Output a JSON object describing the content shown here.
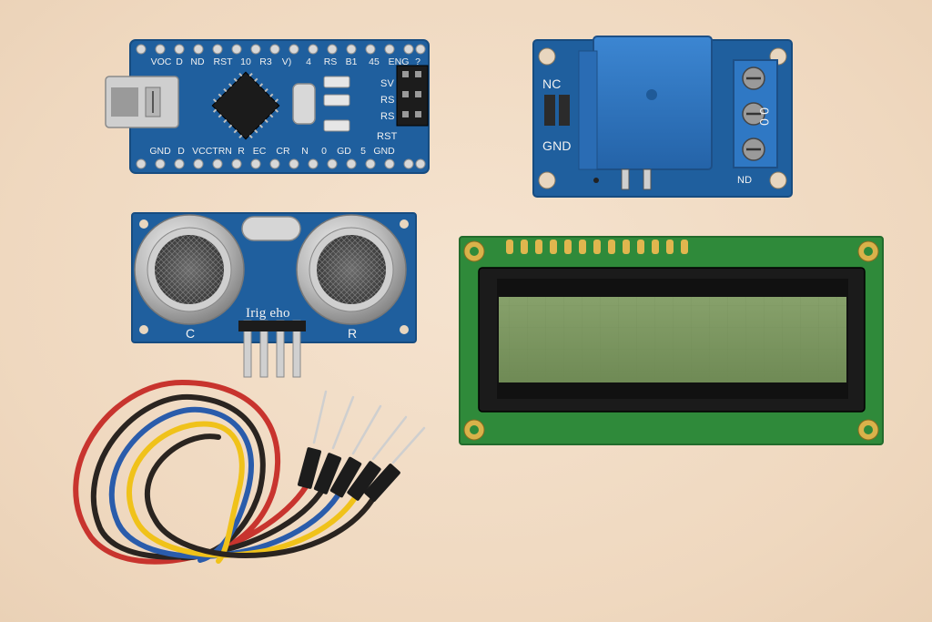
{
  "colors": {
    "background": "#f1dcc4",
    "pcb_blue": "#1f5f9e",
    "pcb_green": "#2f8a3a",
    "relay_blue": "#2f78c4",
    "lcd_screen": "#7f9a62",
    "wire_red": "#c8342e",
    "wire_yellow": "#f0c21a",
    "wire_blue": "#2a5cab",
    "wire_black": "#2a2420"
  },
  "nano": {
    "top_labels": [
      "VOC",
      "D",
      "ND",
      "RST",
      "10",
      "R3",
      "V)",
      "4",
      "RS",
      "B1",
      "45",
      "ENG",
      "?"
    ],
    "bottom_labels": [
      "GND",
      "D",
      "VCCTRN",
      "R",
      "EC",
      "CR",
      "N",
      "0",
      "GD",
      "5",
      "GND"
    ],
    "side_labels": [
      "SV",
      "RS",
      "RS",
      "RST"
    ]
  },
  "relay": {
    "nc_label": "NC",
    "gnd_label": "GND",
    "nd_label": "ND",
    "side_label": "0 0"
  },
  "ultrasonic": {
    "pin_label": "Irig eho",
    "left_label": "C",
    "right_label": "R"
  }
}
